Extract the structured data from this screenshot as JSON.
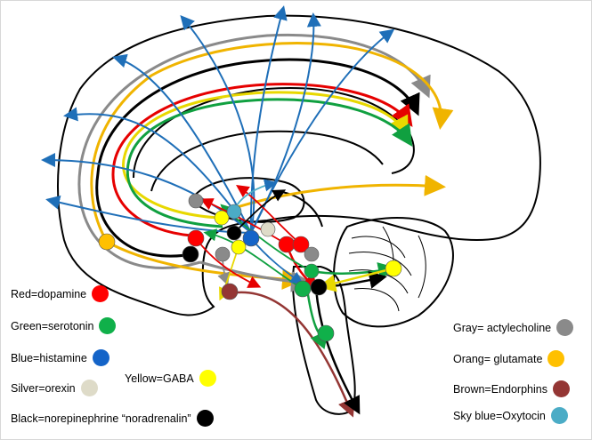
{
  "legend": {
    "dopamine": {
      "label": "Red=dopamine",
      "color": "#ff0000"
    },
    "serotonin": {
      "label": "Green=serotonin",
      "color": "#10b04a"
    },
    "histamine": {
      "label": "Blue=histamine",
      "color": "#1464c8"
    },
    "orexin": {
      "label": "Silver=orexin",
      "color": "#dedbc8"
    },
    "gaba": {
      "label": "Yellow=GABA",
      "color": "#ffff00"
    },
    "norepinephrine": {
      "label": "Black=norepinephrine “noradrenalin”",
      "color": "#000000"
    },
    "acetylcholine": {
      "label": "Gray= actylecholine",
      "color": "#8a8a8a"
    },
    "glutamate": {
      "label": "Orang= glutamate",
      "color": "#ffc000"
    },
    "endorphins": {
      "label": "Brown=Endorphins",
      "color": "#943634"
    },
    "oxytocin": {
      "label": "Sky blue=Oxytocin",
      "color": "#4bacc6"
    }
  }
}
